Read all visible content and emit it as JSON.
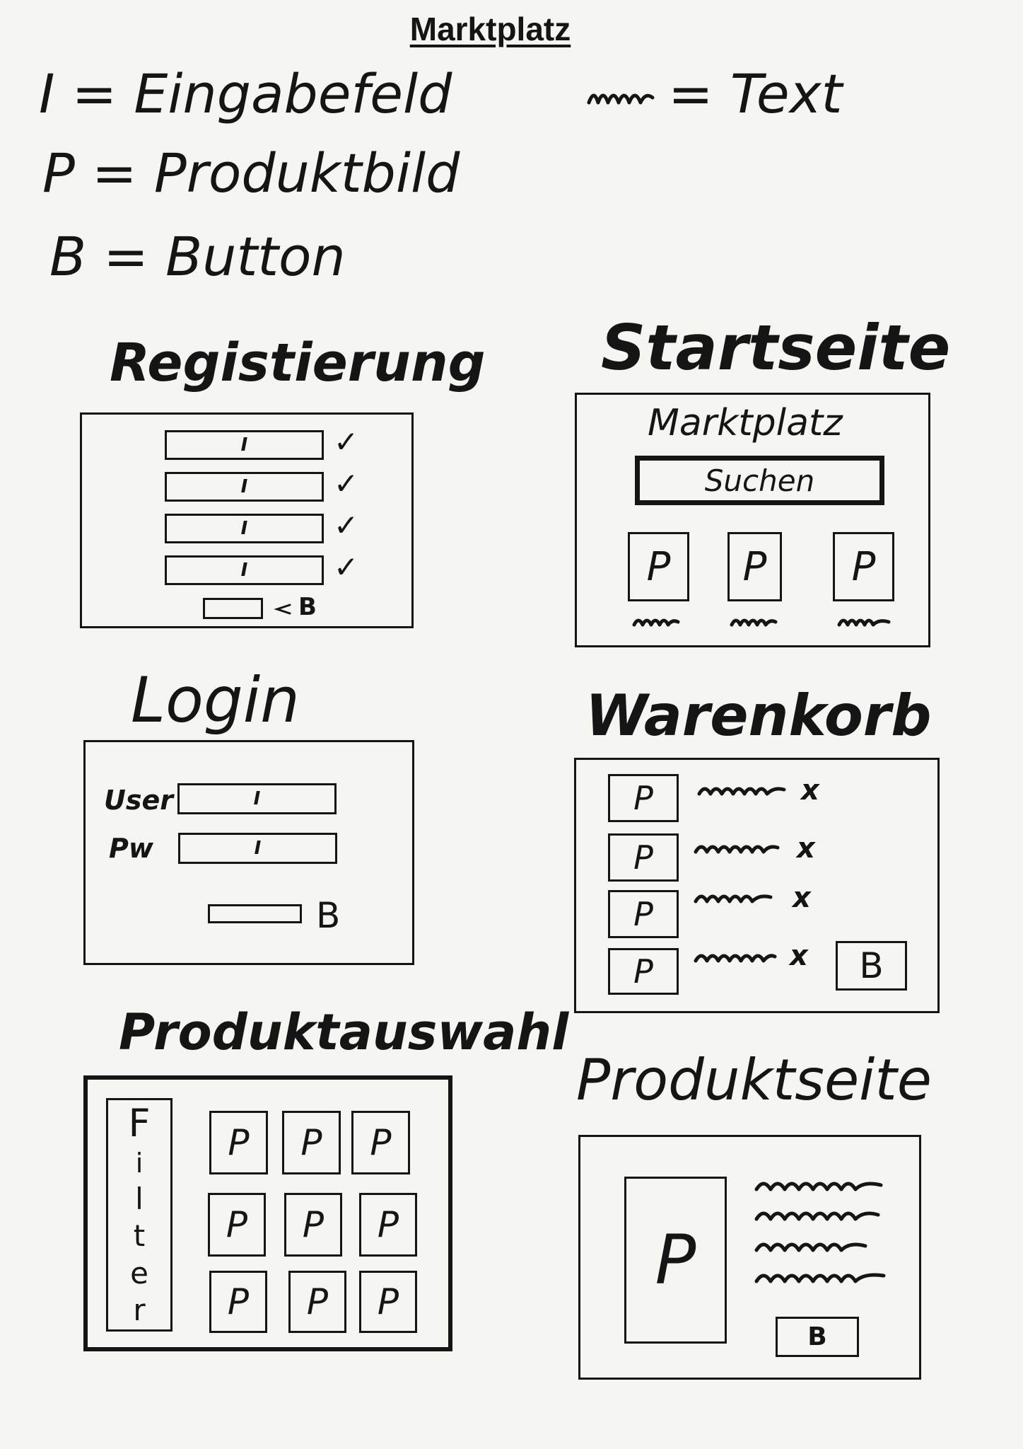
{
  "title": "Marktplatz",
  "legend": {
    "input": "I = Eingabefeld",
    "picture": "P = Produktbild",
    "button": "B = Button",
    "text": "= Text"
  },
  "glyphs": {
    "input": "I",
    "picture": "P",
    "button": "B",
    "check": "✓",
    "remove": "x"
  },
  "registrierung": {
    "heading": "Registierung"
  },
  "startseite": {
    "heading": "Startseite",
    "brand": "Marktplatz",
    "search_label": "Suchen"
  },
  "login": {
    "heading": "Login",
    "user_label": "User",
    "pw_label": "Pw"
  },
  "warenkorb": {
    "heading": "Warenkorb"
  },
  "produktauswahl": {
    "heading": "Produktauswahl",
    "filter_letters": [
      "F",
      "i",
      "l",
      "t",
      "e",
      "r"
    ]
  },
  "produktseite": {
    "heading": "Produktseite"
  }
}
